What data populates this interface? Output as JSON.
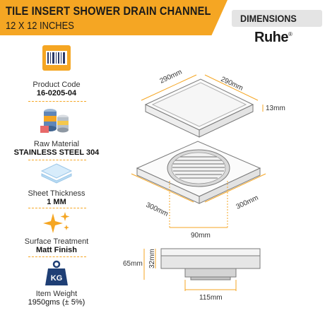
{
  "header": {
    "title": "TILE INSERT SHOWER DRAIN CHANNEL",
    "subtitle": "12 X 12 INCHES",
    "dimensions_label": "DIMENSIONS",
    "brand": "Ruhe",
    "brand_mark": "®",
    "accent_color": "#f5a623"
  },
  "specs": [
    {
      "icon": "barcode-icon",
      "label": "Product Code",
      "value": "16-0205-04"
    },
    {
      "icon": "material-icon",
      "label": "Raw Material",
      "value": "STAINLESS STEEL 304"
    },
    {
      "icon": "layers-icon",
      "label": "Sheet Thickness",
      "value": "1 MM"
    },
    {
      "icon": "sparkle-icon",
      "label": "Surface Treatment",
      "value": "Matt Finish"
    },
    {
      "icon": "weight-icon",
      "label": "Item Weight",
      "value": "1950gms (± 5%)",
      "badge": "KG"
    }
  ],
  "dimensions": {
    "top_left": "290mm",
    "top_right": "290mm",
    "height": "13mm",
    "base_left": "300mm",
    "base_right": "300mm",
    "grate": "90mm",
    "total_height": "65mm",
    "body_height": "32mm",
    "outlet": "115mm"
  }
}
